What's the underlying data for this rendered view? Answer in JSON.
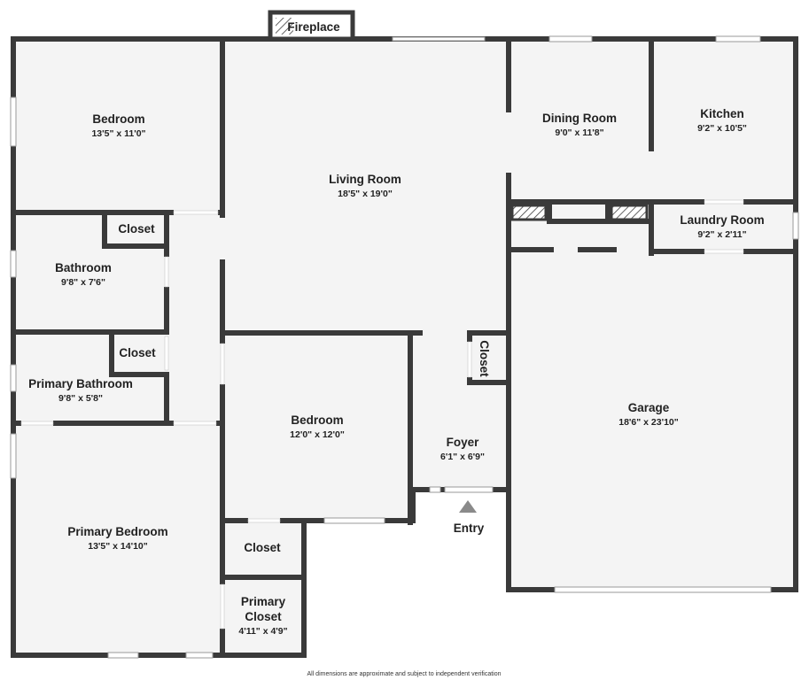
{
  "rooms": {
    "bedroom1": {
      "name": "Bedroom",
      "dim": "13'5\" x 11'0\""
    },
    "living": {
      "name": "Living Room",
      "dim": "18'5\" x 19'0\""
    },
    "dining": {
      "name": "Dining Room",
      "dim": "9'0\" x 11'8\""
    },
    "kitchen": {
      "name": "Kitchen",
      "dim": "9'2\" x 10'5\""
    },
    "laundry": {
      "name": "Laundry Room",
      "dim": "9'2\" x 2'11\""
    },
    "closet1": {
      "name": "Closet"
    },
    "bathroom": {
      "name": "Bathroom",
      "dim": "9'8\" x 7'6\""
    },
    "closet2": {
      "name": "Closet"
    },
    "primary_bath": {
      "name": "Primary Bathroom",
      "dim": "9'8\" x 5'8\""
    },
    "bedroom2": {
      "name": "Bedroom",
      "dim": "12'0\" x 12'0\""
    },
    "closet_foyer": {
      "name": "Closet"
    },
    "foyer": {
      "name": "Foyer",
      "dim": "6'1\" x 6'9\""
    },
    "garage": {
      "name": "Garage",
      "dim": "18'6\" x 23'10\""
    },
    "primary_bedroom": {
      "name": "Primary Bedroom",
      "dim": "13'5\" x 14'10\""
    },
    "closet3": {
      "name": "Closet"
    },
    "primary_closet": {
      "name_line1": "Primary",
      "name_line2": "Closet",
      "dim": "4'11\" x 4'9\""
    }
  },
  "fireplace": {
    "label": "Fireplace"
  },
  "entry": {
    "label": "Entry"
  },
  "footer": {
    "note": "All dimensions are approximate and subject to independent verification"
  },
  "colors": {
    "wall": "#3a3a3a",
    "floor": "#f4f4f4",
    "background": "#ffffff"
  }
}
